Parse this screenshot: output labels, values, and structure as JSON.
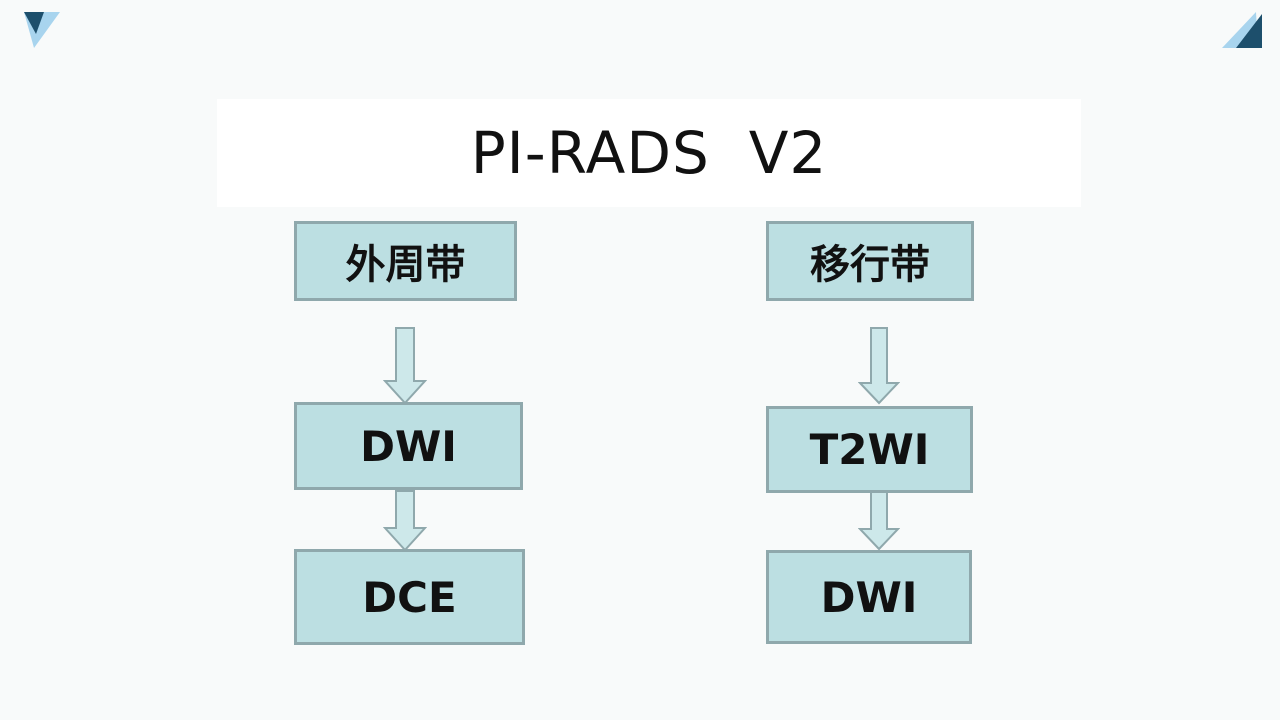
{
  "title": "PI-RADS  V2",
  "colors": {
    "background": "#f8fafa",
    "box_fill": "#bcdfe2",
    "box_border": "#8fa8ac",
    "arrow_fill": "#cde8ea",
    "corner_dark": "#1d4f6c",
    "corner_light": "#a8d4ee"
  },
  "left_flow": {
    "header": "外周带",
    "steps": [
      "DWI",
      "DCE"
    ]
  },
  "right_flow": {
    "header": "移行带",
    "steps": [
      "T2WI",
      "DWI"
    ]
  }
}
